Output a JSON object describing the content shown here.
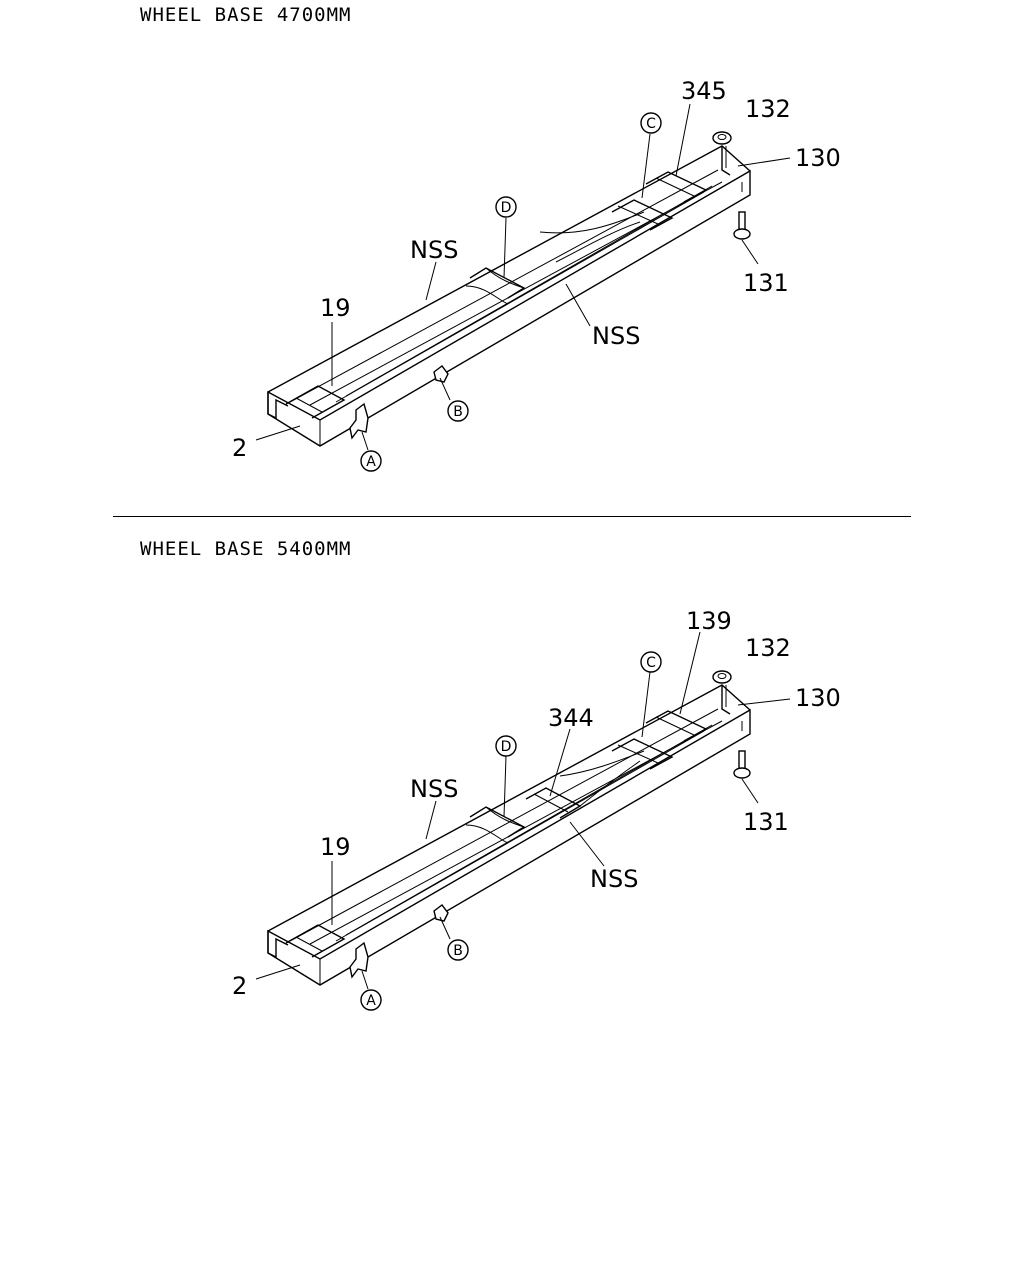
{
  "diagrams": [
    {
      "heading": "WHEEL BASE 4700MM",
      "labels": {
        "p345": "345",
        "p132": "132",
        "p130": "130",
        "p131": "131",
        "nss_top": "NSS",
        "nss_bottom": "NSS",
        "p19": "19",
        "p2": "2"
      },
      "callouts": {
        "a": "A",
        "b": "B",
        "c": "C",
        "d": "D"
      }
    },
    {
      "heading": "WHEEL BASE 5400MM",
      "labels": {
        "p139": "139",
        "p132": "132",
        "p130": "130",
        "p344": "344",
        "p131": "131",
        "nss_top": "NSS",
        "nss_bottom": "NSS",
        "p19": "19",
        "p2": "2"
      },
      "callouts": {
        "a": "A",
        "b": "B",
        "c": "C",
        "d": "D"
      }
    }
  ]
}
